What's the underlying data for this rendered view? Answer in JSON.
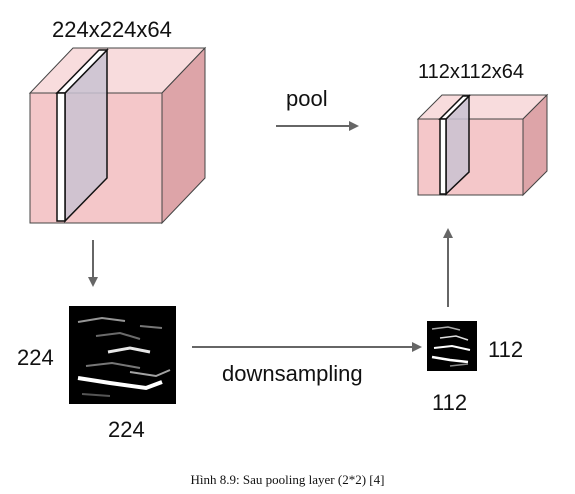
{
  "diagram": {
    "input_volume_label": "224x224x64",
    "output_volume_label": "112x112x64",
    "pool_label": "pool",
    "downsampling_label": "downsampling",
    "input_map": {
      "height_label": "224",
      "width_label": "224"
    },
    "output_map": {
      "height_label": "112",
      "width_label": "112"
    }
  },
  "caption": "Hình 8.9: Sau pooling layer (2*2) [4]",
  "colors": {
    "cube_front": "#f4c7c9",
    "cube_top": "#f8dcdd",
    "cube_side": "#dda4a8",
    "slice": "#c9c2d1",
    "arrow": "#666666",
    "edge": "#444444"
  }
}
